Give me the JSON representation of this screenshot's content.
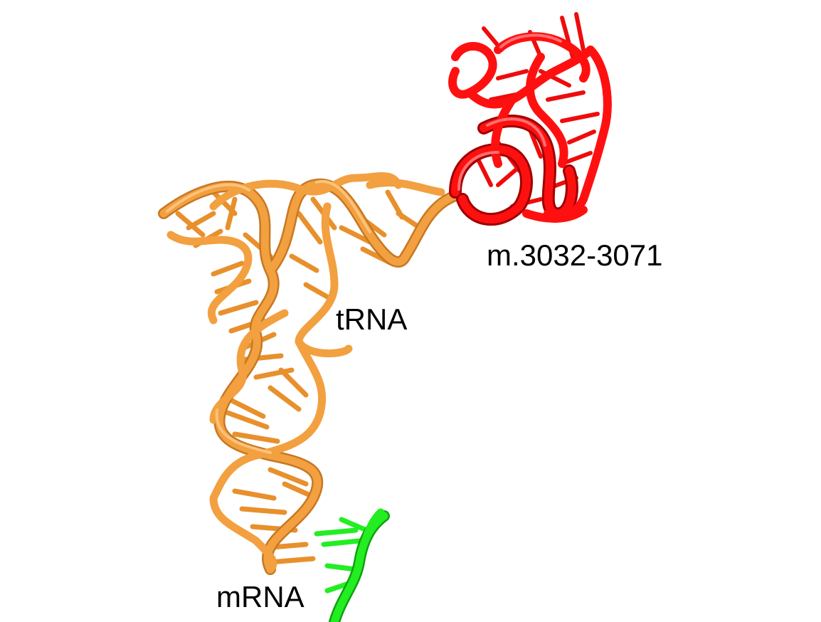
{
  "labels": {
    "fragment": "m.3032-3071",
    "trna": "tRNA",
    "mrna": "mRNA"
  },
  "colors": {
    "background": "#ffffff",
    "trna": "#f2a040",
    "trna_shade": "#c87822",
    "fragment": "#ff1010",
    "fragment_shade": "#b00000",
    "mrna": "#22ee22",
    "mrna_shade": "#10a010"
  }
}
